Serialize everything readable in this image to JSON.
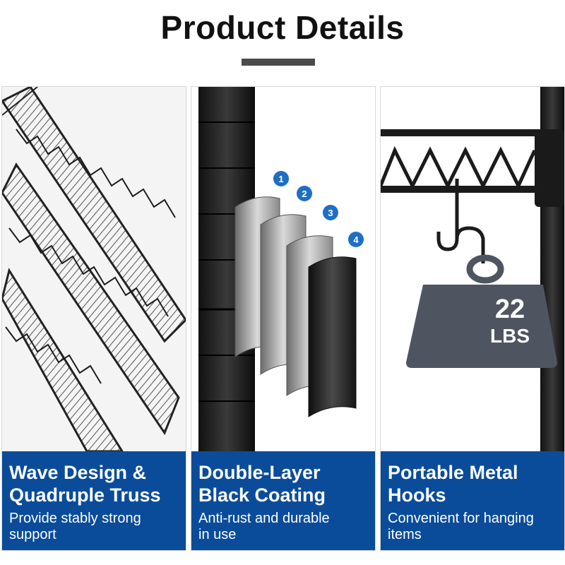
{
  "header": {
    "title": "Product Details"
  },
  "panels": [
    {
      "title_line1": "Wave Design &",
      "title_line2": "Quadruple Truss",
      "subtitle_line1": "Provide stably strong",
      "subtitle_line2": "support"
    },
    {
      "title_line1": "Double-Layer",
      "title_line2": "Black Coating",
      "subtitle_line1": "Anti-rust and durable",
      "subtitle_line2": "in use",
      "layer_badges": [
        "1",
        "2",
        "3",
        "4"
      ]
    },
    {
      "title_line1": "Portable Metal",
      "title_line2": "Hooks",
      "subtitle_line1": "Convenient for hanging",
      "subtitle_line2": "items",
      "weight_value": "22",
      "weight_unit": "LBS"
    }
  ],
  "colors": {
    "caption_bg": "#0a4c9a",
    "badge": "#1e6fc4",
    "weight": "#4f5560"
  }
}
